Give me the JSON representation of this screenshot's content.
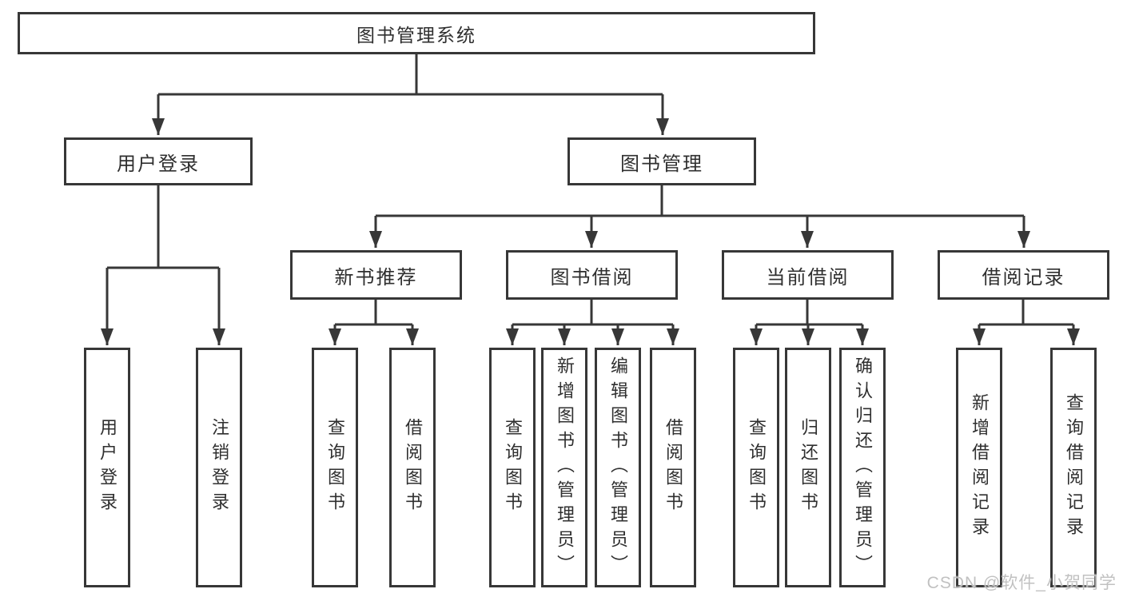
{
  "diagram": {
    "root": {
      "label": "图书管理系统"
    },
    "branches": [
      {
        "label": "用户登录"
      },
      {
        "label": "图书管理"
      }
    ],
    "modules": [
      {
        "label": "新书推荐"
      },
      {
        "label": "图书借阅"
      },
      {
        "label": "当前借阅"
      },
      {
        "label": "借阅记录"
      }
    ],
    "leaves": [
      {
        "label": "用户登录"
      },
      {
        "label": "注销登录"
      },
      {
        "label": "查询图书"
      },
      {
        "label": "借阅图书"
      },
      {
        "label": "查询图书"
      },
      {
        "label": "新增图书（管理员）"
      },
      {
        "label": "编辑图书（管理员）"
      },
      {
        "label": "借阅图书"
      },
      {
        "label": "查询图书"
      },
      {
        "label": "归还图书"
      },
      {
        "label": "确认归还（管理员）"
      },
      {
        "label": "新增借阅记录"
      },
      {
        "label": "查询借阅记录"
      }
    ]
  },
  "watermark": {
    "text": "CSDN @软件_小贺同学"
  },
  "colors": {
    "line": "#373737",
    "box_border": "#373737",
    "text": "#2f2f2f",
    "background": "#ffffff",
    "watermark": "#bebebe"
  }
}
